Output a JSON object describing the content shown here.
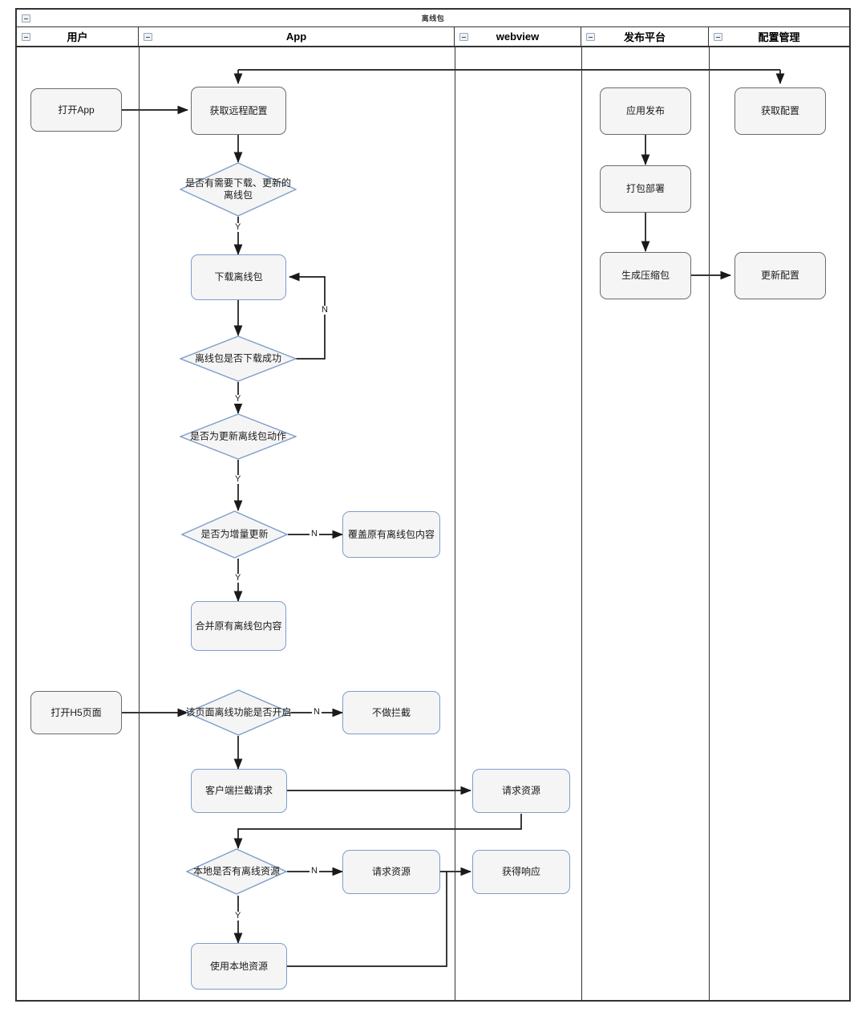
{
  "pool": {
    "title": "离线包",
    "collapse_icon": "minus-box-icon",
    "lanes": [
      {
        "id": "user",
        "label": "用户"
      },
      {
        "id": "app",
        "label": "App"
      },
      {
        "id": "webview",
        "label": "webview"
      },
      {
        "id": "publish",
        "label": "发布平台"
      },
      {
        "id": "config",
        "label": "配置管理"
      }
    ]
  },
  "colors": {
    "blue_stroke": "#7d9dc9",
    "gray_stroke": "#6b6b6b",
    "node_fill": "#f5f5f5",
    "line": "#1a1a1a",
    "frame": "#333333"
  },
  "nodes": {
    "open_app": "打开App",
    "fetch_remote_config": "获取远程配置",
    "need_download": "是否有需要下载、更新的\n离线包",
    "download_pkg": "下载离线包",
    "download_success": "离线包是否下载成功",
    "is_update_action": "是否为更新离线包动作",
    "is_incremental": "是否为增量更新",
    "overwrite_pkg": "覆盖原有离线包内容",
    "merge_pkg": "合并原有离线包内容",
    "open_h5": "打开H5页面",
    "page_offline_on": "该页面离线功能是否开启",
    "no_intercept": "不做拦截",
    "client_intercept": "客户端拦截请求",
    "request_resource_wv": "请求资源",
    "has_local_resource": "本地是否有离线资源",
    "request_resource_2": "请求资源",
    "get_response": "获得响应",
    "use_local_resource": "使用本地资源",
    "app_release": "应用发布",
    "pack_deploy": "打包部署",
    "gen_zip": "生成压缩包",
    "fetch_config": "获取配置",
    "update_config": "更新配置"
  },
  "edge_labels": {
    "need_download_yes": "Y",
    "download_fail_no": "N",
    "download_success_yes": "Y",
    "is_update_yes": "Y",
    "is_incremental_no": "N",
    "is_incremental_yes": "Y",
    "offline_on_no": "N",
    "has_local_no": "N",
    "has_local_yes": "Y"
  }
}
